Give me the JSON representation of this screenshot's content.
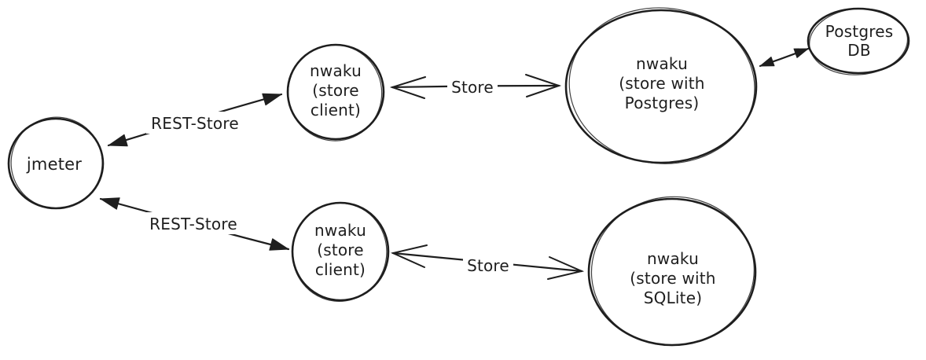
{
  "canvas": {
    "background": "#ffffff",
    "ink": "#1e1e1e"
  },
  "nodes": {
    "jmeter": {
      "lines": [
        "jmeter"
      ]
    },
    "store_client_top": {
      "lines": [
        "nwaku",
        "(store",
        "client)"
      ]
    },
    "store_postgres": {
      "lines": [
        "nwaku",
        "(store with",
        "Postgres)"
      ]
    },
    "postgres_db": {
      "lines": [
        "Postgres",
        "DB"
      ]
    },
    "store_client_bottom": {
      "lines": [
        "nwaku",
        "(store",
        "client)"
      ]
    },
    "store_sqlite": {
      "lines": [
        "nwaku",
        "(store with",
        "SQLite)"
      ]
    }
  },
  "edges": {
    "rest_store_top": {
      "label": "REST-Store"
    },
    "store_top": {
      "label": "Store"
    },
    "rest_store_bottom": {
      "label": "REST-Store"
    },
    "store_bottom": {
      "label": "Store"
    }
  }
}
